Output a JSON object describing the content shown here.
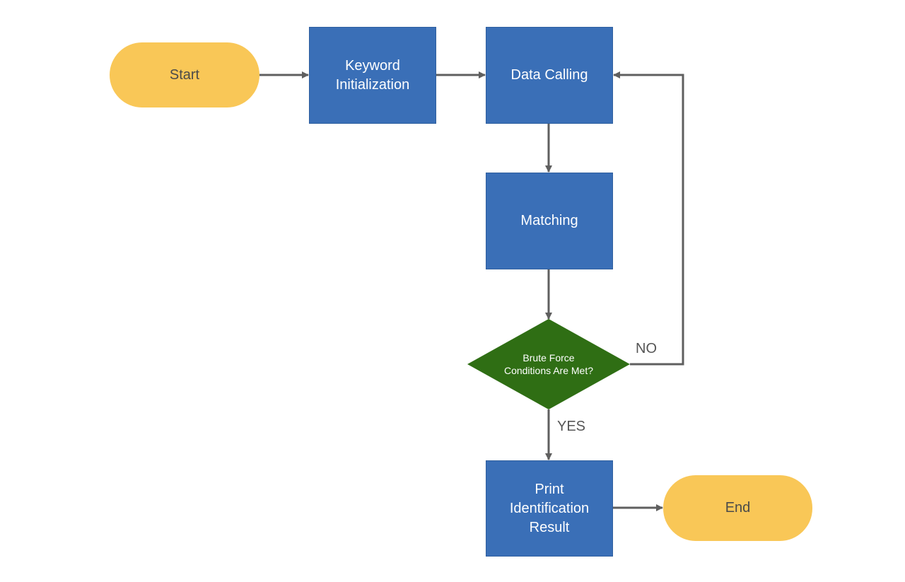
{
  "nodes": {
    "start": "Start",
    "keyword_init": "Keyword\nInitialization",
    "data_calling": "Data Calling",
    "matching": "Matching",
    "decision": "Brute Force\nConditions Are Met?",
    "print_result": "Print\nIdentification\nResult",
    "end": "End"
  },
  "edges": {
    "no_label": "NO",
    "yes_label": "YES"
  },
  "colors": {
    "terminal": "#f9c757",
    "process": "#3a6fb7",
    "decision": "#2f6e14",
    "connector": "#5f5f5f"
  }
}
